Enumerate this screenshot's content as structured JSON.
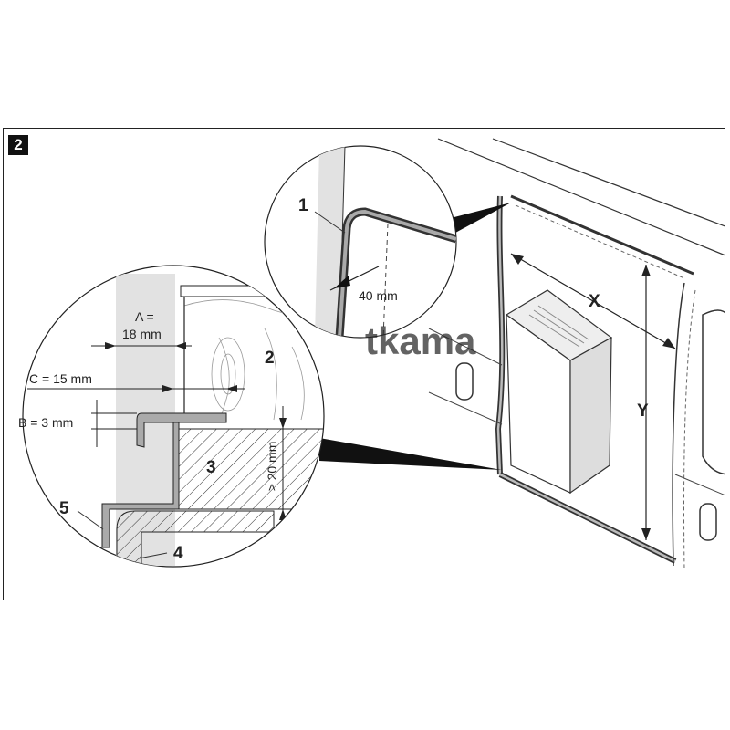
{
  "figure_number": "2",
  "watermark": "tkama",
  "callouts": {
    "seal": "1",
    "wood_panel": "2",
    "floor_board": "3",
    "floor_edge": "4",
    "profile": "5"
  },
  "dimensions": {
    "a_label": "A =",
    "a_value": "18 mm",
    "c": "C = 15 mm",
    "b": "B = 3 mm",
    "min_thickness": "≥ 20 mm",
    "corner": "40 mm"
  },
  "van_labels": {
    "x": "X",
    "y": "Y"
  }
}
